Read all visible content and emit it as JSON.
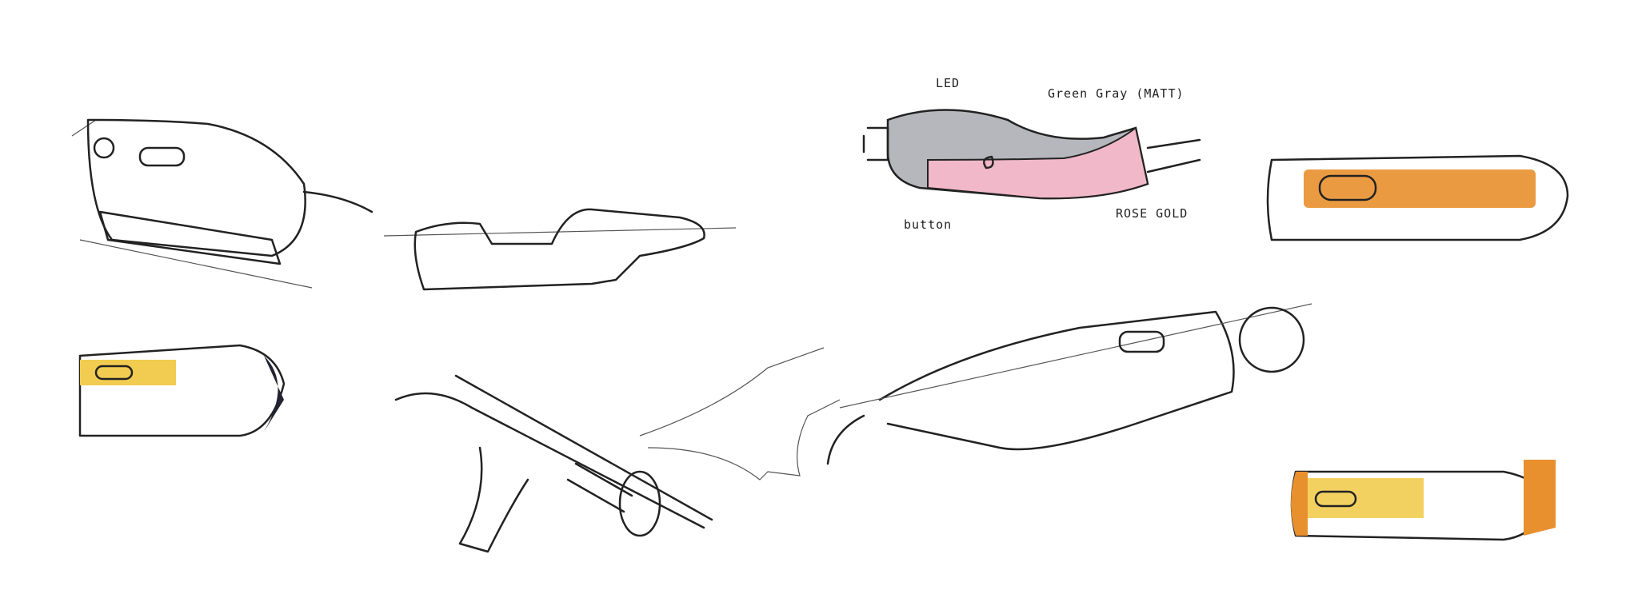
{
  "annotations": {
    "led": "LED",
    "green_gray": "Green Gray (MATT)",
    "button": "button",
    "rose_gold": "ROSE GOLD"
  },
  "colors": {
    "ink": "#222222",
    "gray_marker": "#a9aaaf",
    "rose_gold": "#f0b8c8",
    "orange": "#e8902e",
    "yellow": "#f2cc50"
  }
}
